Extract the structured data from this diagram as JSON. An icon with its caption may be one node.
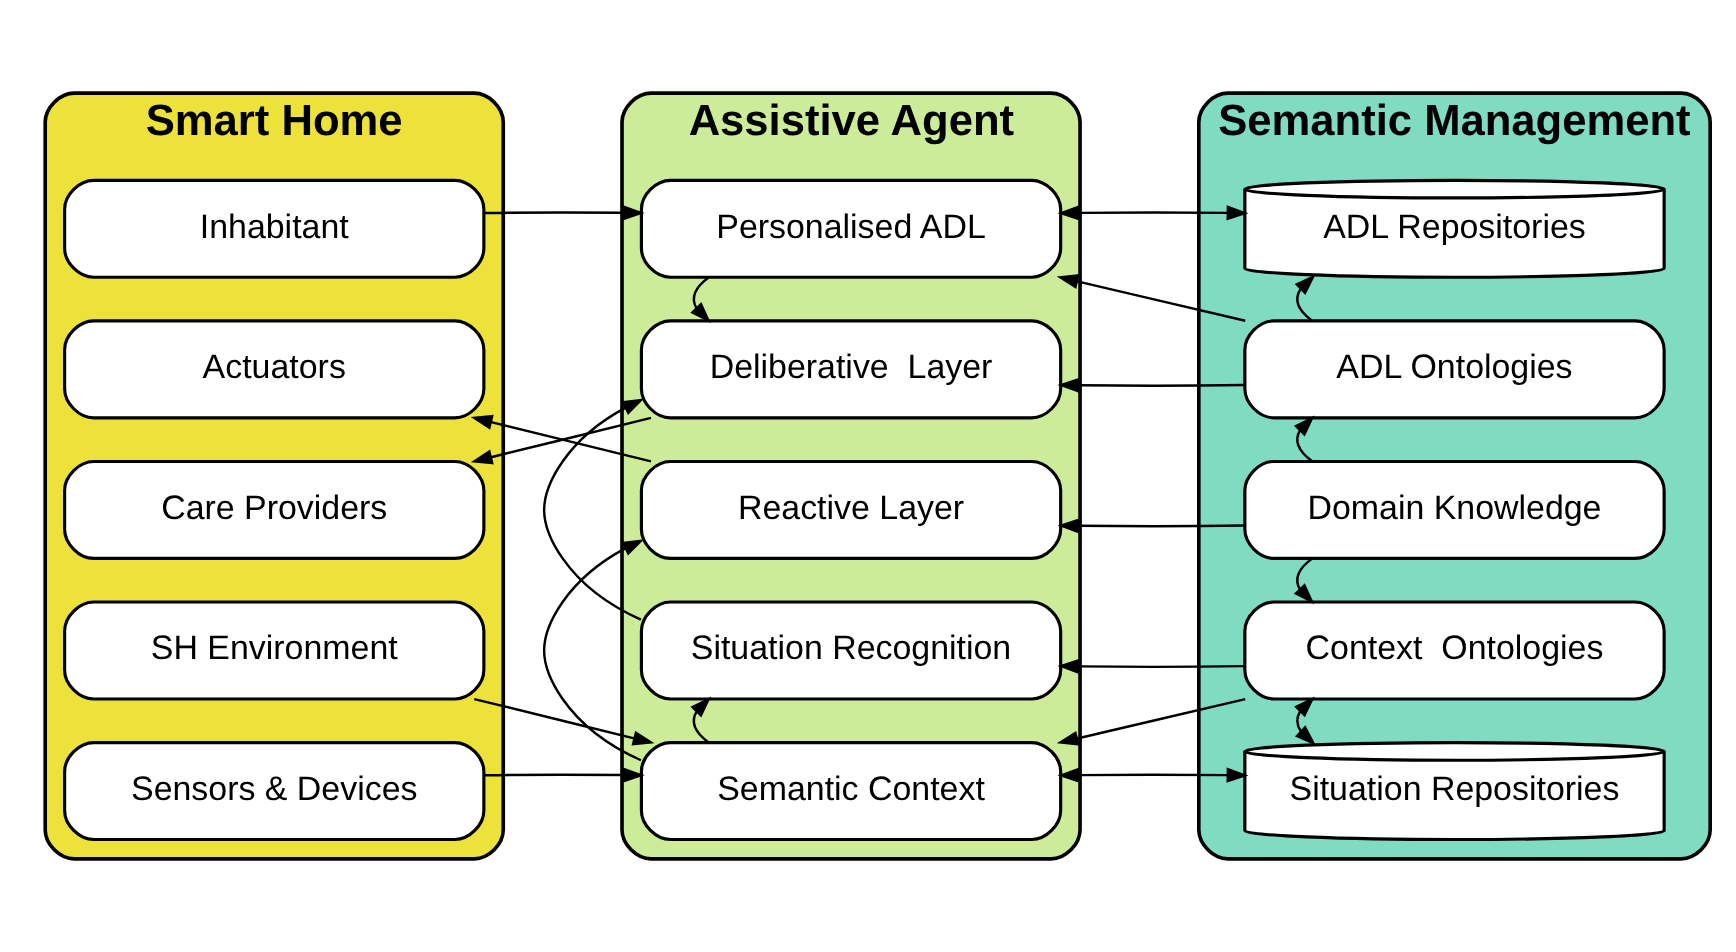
{
  "diagram": {
    "nodes": [
      {
        "text": [
          "Smart Home"
        ]
      },
      {
        "text": [
          "Inhabitant"
        ],
        "in": 0
      },
      {
        "text": [
          "Actuators"
        ],
        "in": 0
      },
      {
        "text": [
          "Care Providers"
        ],
        "in": 0
      },
      {
        "text": [
          "SH Environment"
        ],
        "in": 0
      },
      {
        "text": [
          "Sensors & Devices"
        ],
        "in": 0
      },
      {
        "text": [
          "Assistive Agent"
        ]
      },
      {
        "text": [
          "Personalised ADL"
        ],
        "in": 6
      },
      {
        "text": [
          "Deliberative  Layer"
        ],
        "in": 6
      },
      {
        "text": [
          "Reactive Layer"
        ],
        "in": 6
      },
      {
        "text": [
          "Situation Recognition"
        ],
        "in": 6
      },
      {
        "text": [
          "Semantic Context"
        ],
        "in": 6
      },
      {
        "text": [
          "Semantic Management"
        ]
      },
      {
        "text": [
          "ADL Repositories"
        ],
        "in": 12
      },
      {
        "text": [
          "ADL Ontologies"
        ],
        "in": 12
      },
      {
        "text": [
          "Domain Knowledge"
        ],
        "in": 12
      },
      {
        "text": [
          "Context  Ontologies"
        ],
        "in": 12
      },
      {
        "text": [
          "Situation Repositories"
        ],
        "in": 12
      }
    ],
    "edges": [
      {
        "from": 1,
        "to": 7,
        "arrow": "to"
      },
      {
        "from": 7,
        "to": 13,
        "arrow": "both"
      },
      {
        "from": 14,
        "to": 7,
        "arrow": "to"
      },
      {
        "from": 7,
        "to": 8,
        "arrow": "to"
      },
      {
        "from": 14,
        "to": 8,
        "arrow": "to"
      },
      {
        "from": 8,
        "to": 3,
        "arrow": "to"
      },
      {
        "from": 9,
        "to": 2,
        "arrow": "to"
      },
      {
        "from": 15,
        "to": 9,
        "arrow": "to"
      },
      {
        "from": 11,
        "to": 9,
        "arrow": "to"
      },
      {
        "from": 10,
        "to": 8,
        "arrow": "to"
      },
      {
        "from": 16,
        "to": 10,
        "arrow": "to"
      },
      {
        "from": 11,
        "to": 10,
        "arrow": "to"
      },
      {
        "from": 16,
        "to": 11,
        "arrow": "to"
      },
      {
        "from": 11,
        "to": 17,
        "arrow": "both"
      },
      {
        "from": 4,
        "to": 11,
        "arrow": "to"
      },
      {
        "from": 5,
        "to": 11,
        "arrow": "to"
      },
      {
        "from": 14,
        "to": 13,
        "arrow": "to"
      },
      {
        "from": 15,
        "to": 14,
        "arrow": "to"
      },
      {
        "from": 15,
        "to": 16,
        "arrow": "to"
      },
      {
        "from": 16,
        "to": 17,
        "arrow": "both"
      }
    ]
  }
}
